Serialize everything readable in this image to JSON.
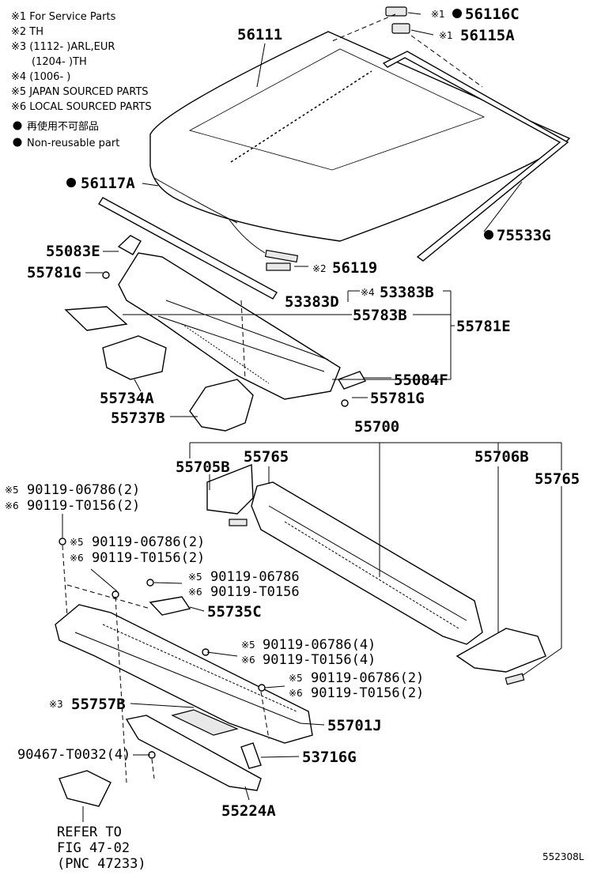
{
  "notes": [
    "※1 For Service Parts",
    "※2 TH",
    "※3 (1112-     )ARL,EUR",
    "(1204-     )TH",
    "※4 (1006-     )",
    "※5 JAPAN SOURCED PARTS",
    "※6 LOCAL SOURCED PARTS",
    "再使用不可部品",
    "Non-reusable part"
  ],
  "parts": {
    "p56116C": "56116C",
    "m1a": "※1",
    "p56115A": "56115A",
    "m1b": "※1",
    "p56111": "56111",
    "p56117A": "56117A",
    "p75533G": "75533G",
    "p55083E": "55083E",
    "p55781G_a": "55781G",
    "p56119": "56119",
    "m2": "※2",
    "p53383D": "53383D",
    "m4": "※4",
    "p53383B": "53383B",
    "p55783B": "55783B",
    "p55781E": "55781E",
    "p55084F": "55084F",
    "p55781G_b": "55781G",
    "p55734A": "55734A",
    "p55737B": "55737B",
    "p55700": "55700",
    "p55705B": "55705B",
    "p55765_a": "55765",
    "p55706B": "55706B",
    "p55765_b": "55765",
    "m5a": "※5",
    "b1": "90119-06786(2)",
    "m6a": "※6",
    "b2": "90119-T0156(2)",
    "m5b": "※5",
    "b3": "90119-06786(2)",
    "m6b": "※6",
    "b4": "90119-T0156(2)",
    "m5c": "※5",
    "b5": "90119-06786",
    "m6c": "※6",
    "b6": "90119-T0156",
    "p55735C": "55735C",
    "m5d": "※5",
    "b7": "90119-06786(4)",
    "m6d": "※6",
    "b8": "90119-T0156(4)",
    "m5e": "※5",
    "b9": "90119-06786(2)",
    "m6e": "※6",
    "b10": "90119-T0156(2)",
    "m3": "※3",
    "p55757B": "55757B",
    "p55701J": "55701J",
    "b11": "90467-T0032(4)",
    "p53716G": "53716G",
    "p55224A": "55224A",
    "refer1": "REFER TO",
    "refer2": "FIG 47-02",
    "refer3": "(PNC 47233)",
    "code": "552308L"
  }
}
